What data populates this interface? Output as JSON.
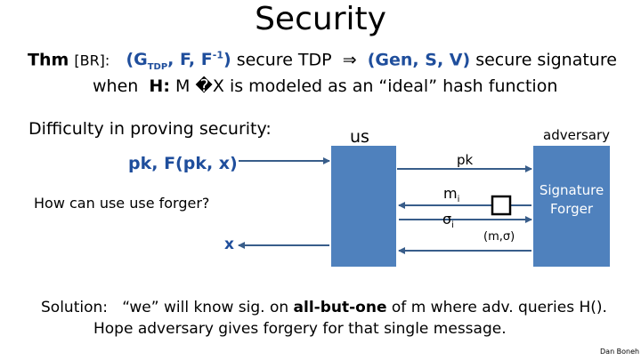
{
  "slide": {
    "title": "Security",
    "theorem": {
      "thm_label": "Thm",
      "br_label": "[BR]:",
      "triple_open": "(G",
      "triple_sub": "TDP",
      "triple_mid": ", F, F",
      "triple_sup": "-1",
      "triple_close": ")",
      "secure_tdp": "secure TDP",
      "implies": "⇒",
      "gsv": "(Gen, S, V)",
      "secure_signature": "secure signature"
    },
    "when_line": {
      "when": "when",
      "h_label": "H:",
      "rest": "M �X  is modeled as an “ideal” hash function"
    },
    "difficulty": "Difficulty in proving security:",
    "diagram": {
      "us_label": "us",
      "adversary_label": "adversary",
      "input_label": "pk,  F(pk, x)",
      "how_label": "How can use use forger?",
      "x_label": "x",
      "pk_label": "pk",
      "m_label": "m",
      "m_sub": "i",
      "sigma_label": "σ",
      "sigma_sub": "i",
      "msig_label": "(m,σ)",
      "forger_label": "Signature Forger",
      "colors": {
        "box_blue": "#4f81bd",
        "text_blue": "#1f4e9c",
        "line_blue": "#385d8a"
      }
    },
    "solution": {
      "label": "Solution:",
      "quote_part": "“we” will know sig. on",
      "bold_part": "all-but-one",
      "rest": "of m where adv. queries H().",
      "hope": "Hope adversary gives forgery for that single message."
    },
    "footer": "Dan Boneh"
  }
}
